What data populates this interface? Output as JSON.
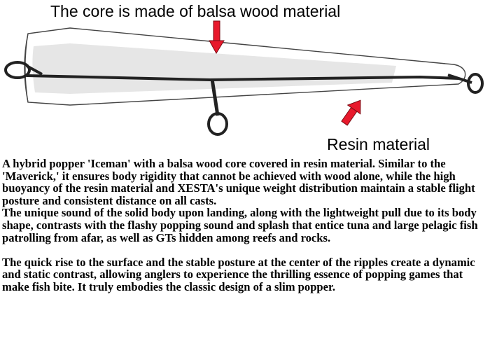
{
  "diagram": {
    "core_label": "The core is made of balsa wood material",
    "resin_label": "Resin material",
    "arrow_color": "#e8192c"
  },
  "description": {
    "paragraph_1": "A hybrid popper 'Iceman' with a balsa wood core covered in resin material. Similar to the 'Maverick,' it ensures body rigidity that cannot be achieved with wood alone, while the high buoyancy of the resin material and XESTA's unique weight distribution maintain a stable flight posture and consistent distance on all casts.",
    "paragraph_2": "The unique sound of the solid body upon landing, along with the lightweight pull due to its body shape, contrasts with the flashy popping sound and splash that entice tuna and large pelagic fish patrolling from afar, as well as GTs hidden among reefs and rocks.",
    "paragraph_3": "The quick rise to the surface and the stable posture at the center of the ripples create a dynamic and static contrast, allowing anglers to experience the thrilling essence of popping games that make fish bite. It truly embodies the classic design of a slim popper."
  }
}
